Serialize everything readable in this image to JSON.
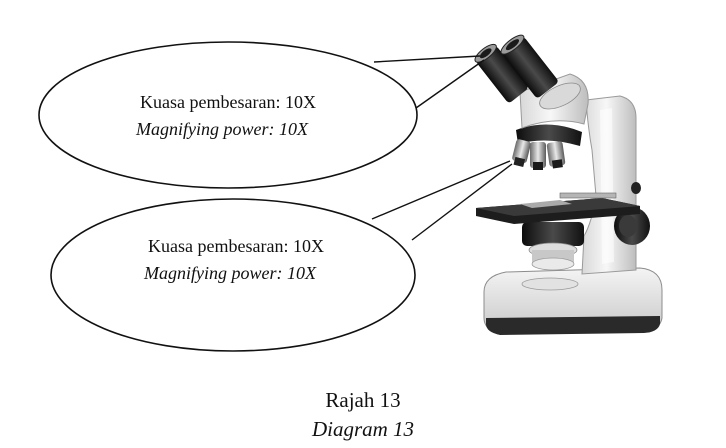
{
  "callouts": {
    "eyepiece": {
      "label_ms": "Kuasa pembesaran: 10X",
      "label_en": "Magnifying power: 10X"
    },
    "objective": {
      "label_ms": "Kuasa pembesaran: 10X",
      "label_en": "Magnifying power: 10X"
    }
  },
  "caption": {
    "ms": "Rajah 13",
    "en": "Diagram 13"
  },
  "illustration": {
    "subject": "light-microscope-icon"
  }
}
